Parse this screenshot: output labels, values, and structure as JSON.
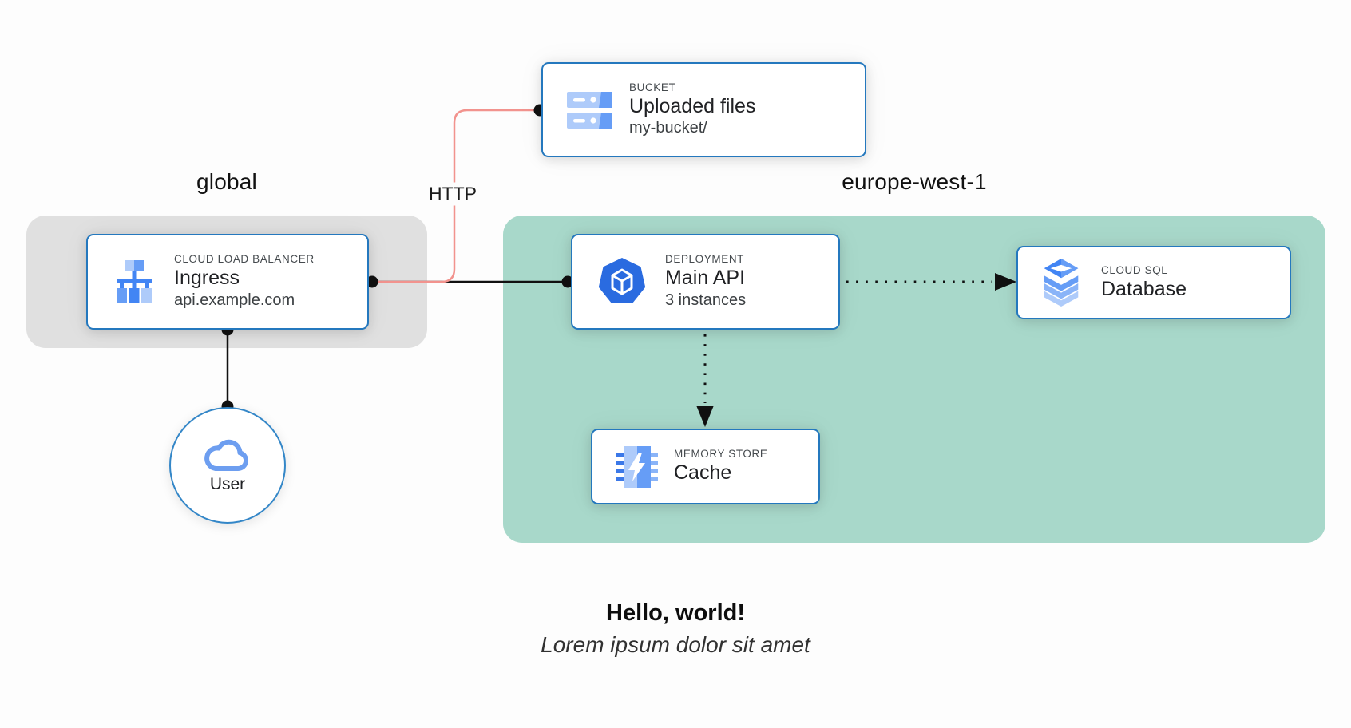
{
  "diagram": {
    "regions": [
      {
        "id": "global",
        "label": "global",
        "color": "#e0e0e0"
      },
      {
        "id": "europe-west-1",
        "label": "europe-west-1",
        "color": "#a8d8ca"
      }
    ],
    "nodes": [
      {
        "id": "bucket",
        "eyebrow": "BUCKET",
        "title": "Uploaded files",
        "subtitle": "my-bucket/",
        "icon": "bucket-icon"
      },
      {
        "id": "ingress",
        "eyebrow": "CLOUD LOAD BALANCER",
        "title": "Ingress",
        "subtitle": "api.example.com",
        "icon": "load-balancer-icon"
      },
      {
        "id": "main-api",
        "eyebrow": "DEPLOYMENT",
        "title": "Main API",
        "subtitle": "3 instances",
        "icon": "deployment-icon"
      },
      {
        "id": "database",
        "eyebrow": "CLOUD SQL",
        "title": "Database",
        "subtitle": "",
        "icon": "cloud-sql-icon"
      },
      {
        "id": "cache",
        "eyebrow": "MEMORY STORE",
        "title": "Cache",
        "subtitle": "",
        "icon": "memory-store-icon"
      }
    ],
    "actor": {
      "id": "user",
      "label": "User",
      "icon": "cloud-icon"
    },
    "edges": [
      {
        "from": "ingress",
        "to": "bucket",
        "style": "solid",
        "color": "#f2938e",
        "label": "HTTP"
      },
      {
        "from": "ingress",
        "to": "main-api",
        "style": "solid",
        "color": "#111111",
        "label": ""
      },
      {
        "from": "ingress",
        "to": "user",
        "style": "solid",
        "color": "#111111",
        "label": ""
      },
      {
        "from": "main-api",
        "to": "database",
        "style": "dotted-arrow",
        "color": "#111111",
        "label": ""
      },
      {
        "from": "main-api",
        "to": "cache",
        "style": "dotted-arrow",
        "color": "#111111",
        "label": ""
      }
    ],
    "edge_label_http": "HTTP",
    "colors": {
      "card_border": "#2478be",
      "icon_light": "#aecbfa",
      "icon_mid": "#669df6",
      "icon_dark": "#4285f4",
      "icon_deep": "#2a6be0",
      "edge_red": "#f2938e",
      "edge_black": "#111111",
      "region_gray": "#e0e0e0",
      "region_teal": "#a8d8ca"
    }
  },
  "caption": {
    "title": "Hello, world!",
    "subtitle": "Lorem ipsum dolor sit amet"
  }
}
